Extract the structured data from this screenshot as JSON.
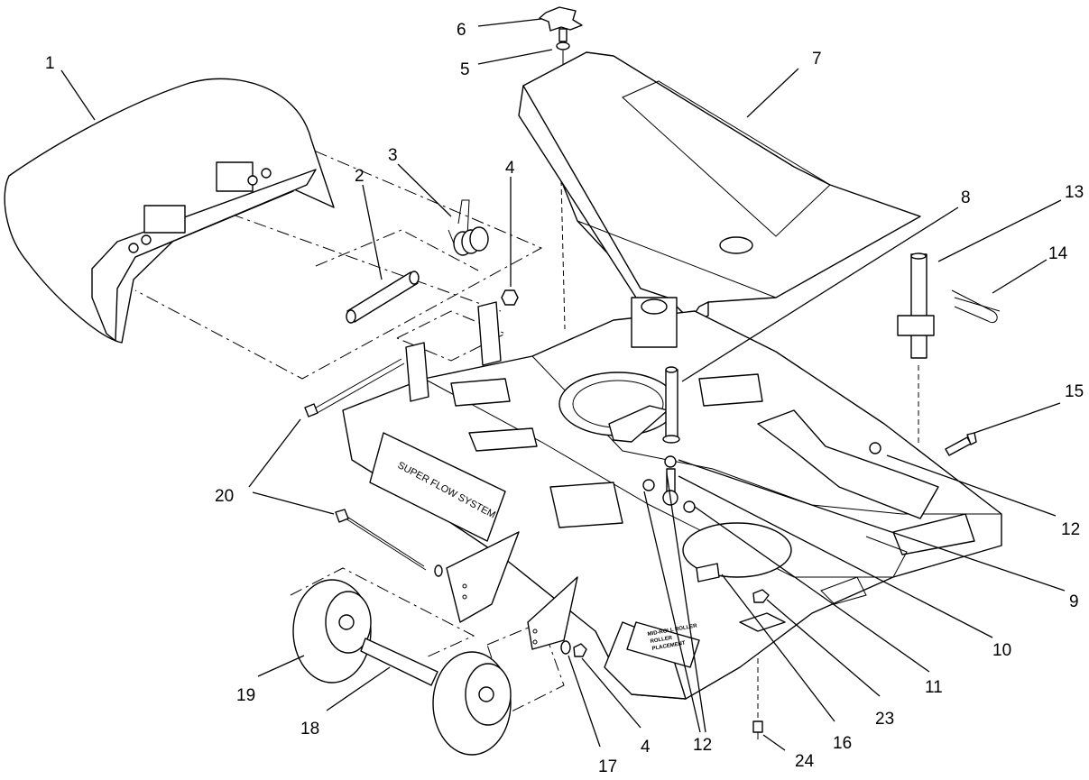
{
  "callouts": {
    "c1": "1",
    "c2": "2",
    "c3": "3",
    "c4a": "4",
    "c4b": "4",
    "c5": "5",
    "c6": "6",
    "c7": "7",
    "c8": "8",
    "c9": "9",
    "c10": "10",
    "c11": "11",
    "c12a": "12",
    "c12b": "12",
    "c13": "13",
    "c14": "14",
    "c15": "15",
    "c16": "16",
    "c17": "17",
    "c18": "18",
    "c19": "19",
    "c20": "20",
    "c23": "23",
    "c24": "24"
  },
  "decals": {
    "superflow": "SUPER FLOW SYSTEM",
    "rear_line1": "MID-ROLL ROLLER",
    "rear_line2": "ROLLER",
    "rear_line3": "PLACEMENT"
  }
}
